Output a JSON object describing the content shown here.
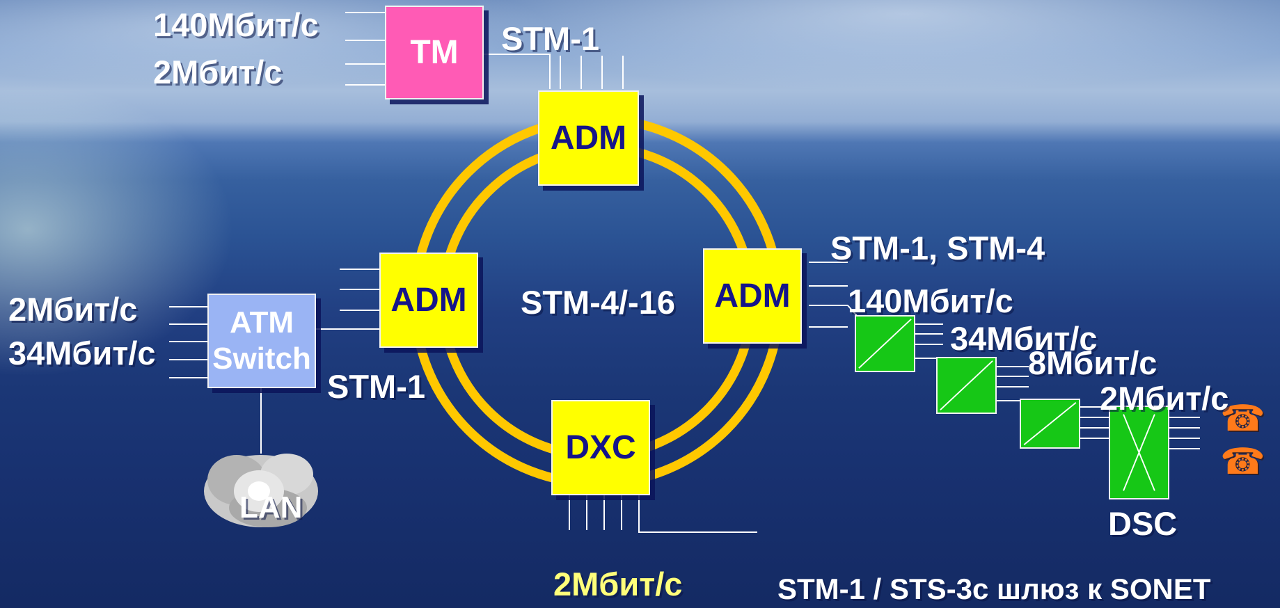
{
  "labels": {
    "tm_rate_140": "140Мбит/с",
    "tm_rate_2": "2Мбит/с",
    "tm_stm1": "STM-1",
    "ring_rate": "STM-4/-16",
    "atm_rate_2": "2Мбит/с",
    "atm_rate_34": "34Мбит/с",
    "atm_stm1": "STM-1",
    "right_stm": "STM-1, STM-4",
    "right_140": "140Мбит/с",
    "right_34": "34Мбит/с",
    "right_8": "8Мбит/с",
    "right_2": "2Мбит/с",
    "dsc": "DSC",
    "dxc_rate": "2Мбит/с",
    "gateway": "STM-1 / STS-3c шлюз к SONET"
  },
  "nodes": {
    "tm": "TM",
    "adm_top": "ADM",
    "adm_left": "ADM",
    "adm_right": "ADM",
    "dxc": "DXC",
    "atm_line1": "ATM",
    "atm_line2": "Switch",
    "lan": "LAN"
  },
  "icons": {
    "mux": "multiplexer-icon",
    "dsc": "cross-connect-icon",
    "phone": "telephone-icon",
    "lan": "cloud-icon"
  },
  "colors": {
    "ring": "#ffc800",
    "adm": "#ffff00",
    "adm_text": "#15158a",
    "tm": "#ff5bb5",
    "atm": "#9ab4f4",
    "mux": "#16c716",
    "phone": "#ff7a1a",
    "highlight_label": "#ffff7a"
  }
}
